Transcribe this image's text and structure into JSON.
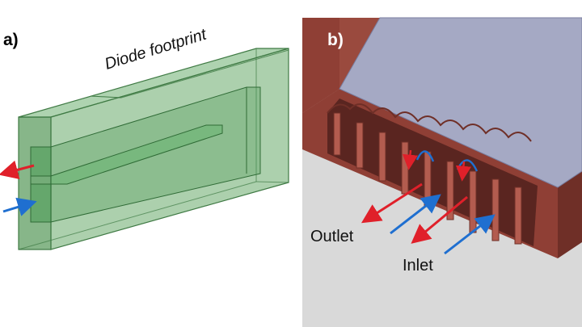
{
  "panel_a": {
    "label": "a)",
    "callout": "Diode footprint"
  },
  "panel_b": {
    "label": "b)",
    "outlet_label": "Outlet",
    "inlet_label": "Inlet"
  },
  "colors": {
    "green_body": "#6ea86e",
    "green_edge": "#3f7a44",
    "outlet_arrow": "#e0202a",
    "inlet_arrow": "#1f6fd0",
    "copper": "#8f3f35",
    "lid": "#a5a9c4",
    "floor": "#d9d9d9"
  }
}
